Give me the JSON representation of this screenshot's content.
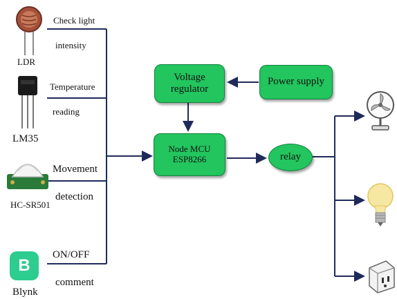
{
  "inputs": {
    "ldr": {
      "caption": "LDR",
      "label_line1": "Check light",
      "label_line2": "intensity"
    },
    "lm35": {
      "caption": "LM35",
      "label_line1": "Temperature",
      "label_line2": "reading"
    },
    "pir": {
      "caption": "HC-SR501",
      "label_line1": "Movement",
      "label_line2": "detection"
    },
    "blynk": {
      "caption": "Blynk",
      "label_line1": "ON/OFF",
      "label_line2": "comment",
      "logo_letter": "B"
    }
  },
  "blocks": {
    "voltage_regulator": {
      "line1": "Voltage",
      "line2": "regulator"
    },
    "power_supply": {
      "label": "Power supply"
    },
    "nodemcu": {
      "line1": "Node MCU",
      "line2": "ESP8266"
    },
    "relay": {
      "label": "relay"
    }
  },
  "outputs": [
    "fan-icon",
    "light-bulb-icon",
    "power-plug-icon"
  ],
  "colors": {
    "block_fill": "#22c55e",
    "block_border": "#15803d",
    "line": "#1f2a5a",
    "blynk": "#2dcc8f"
  }
}
